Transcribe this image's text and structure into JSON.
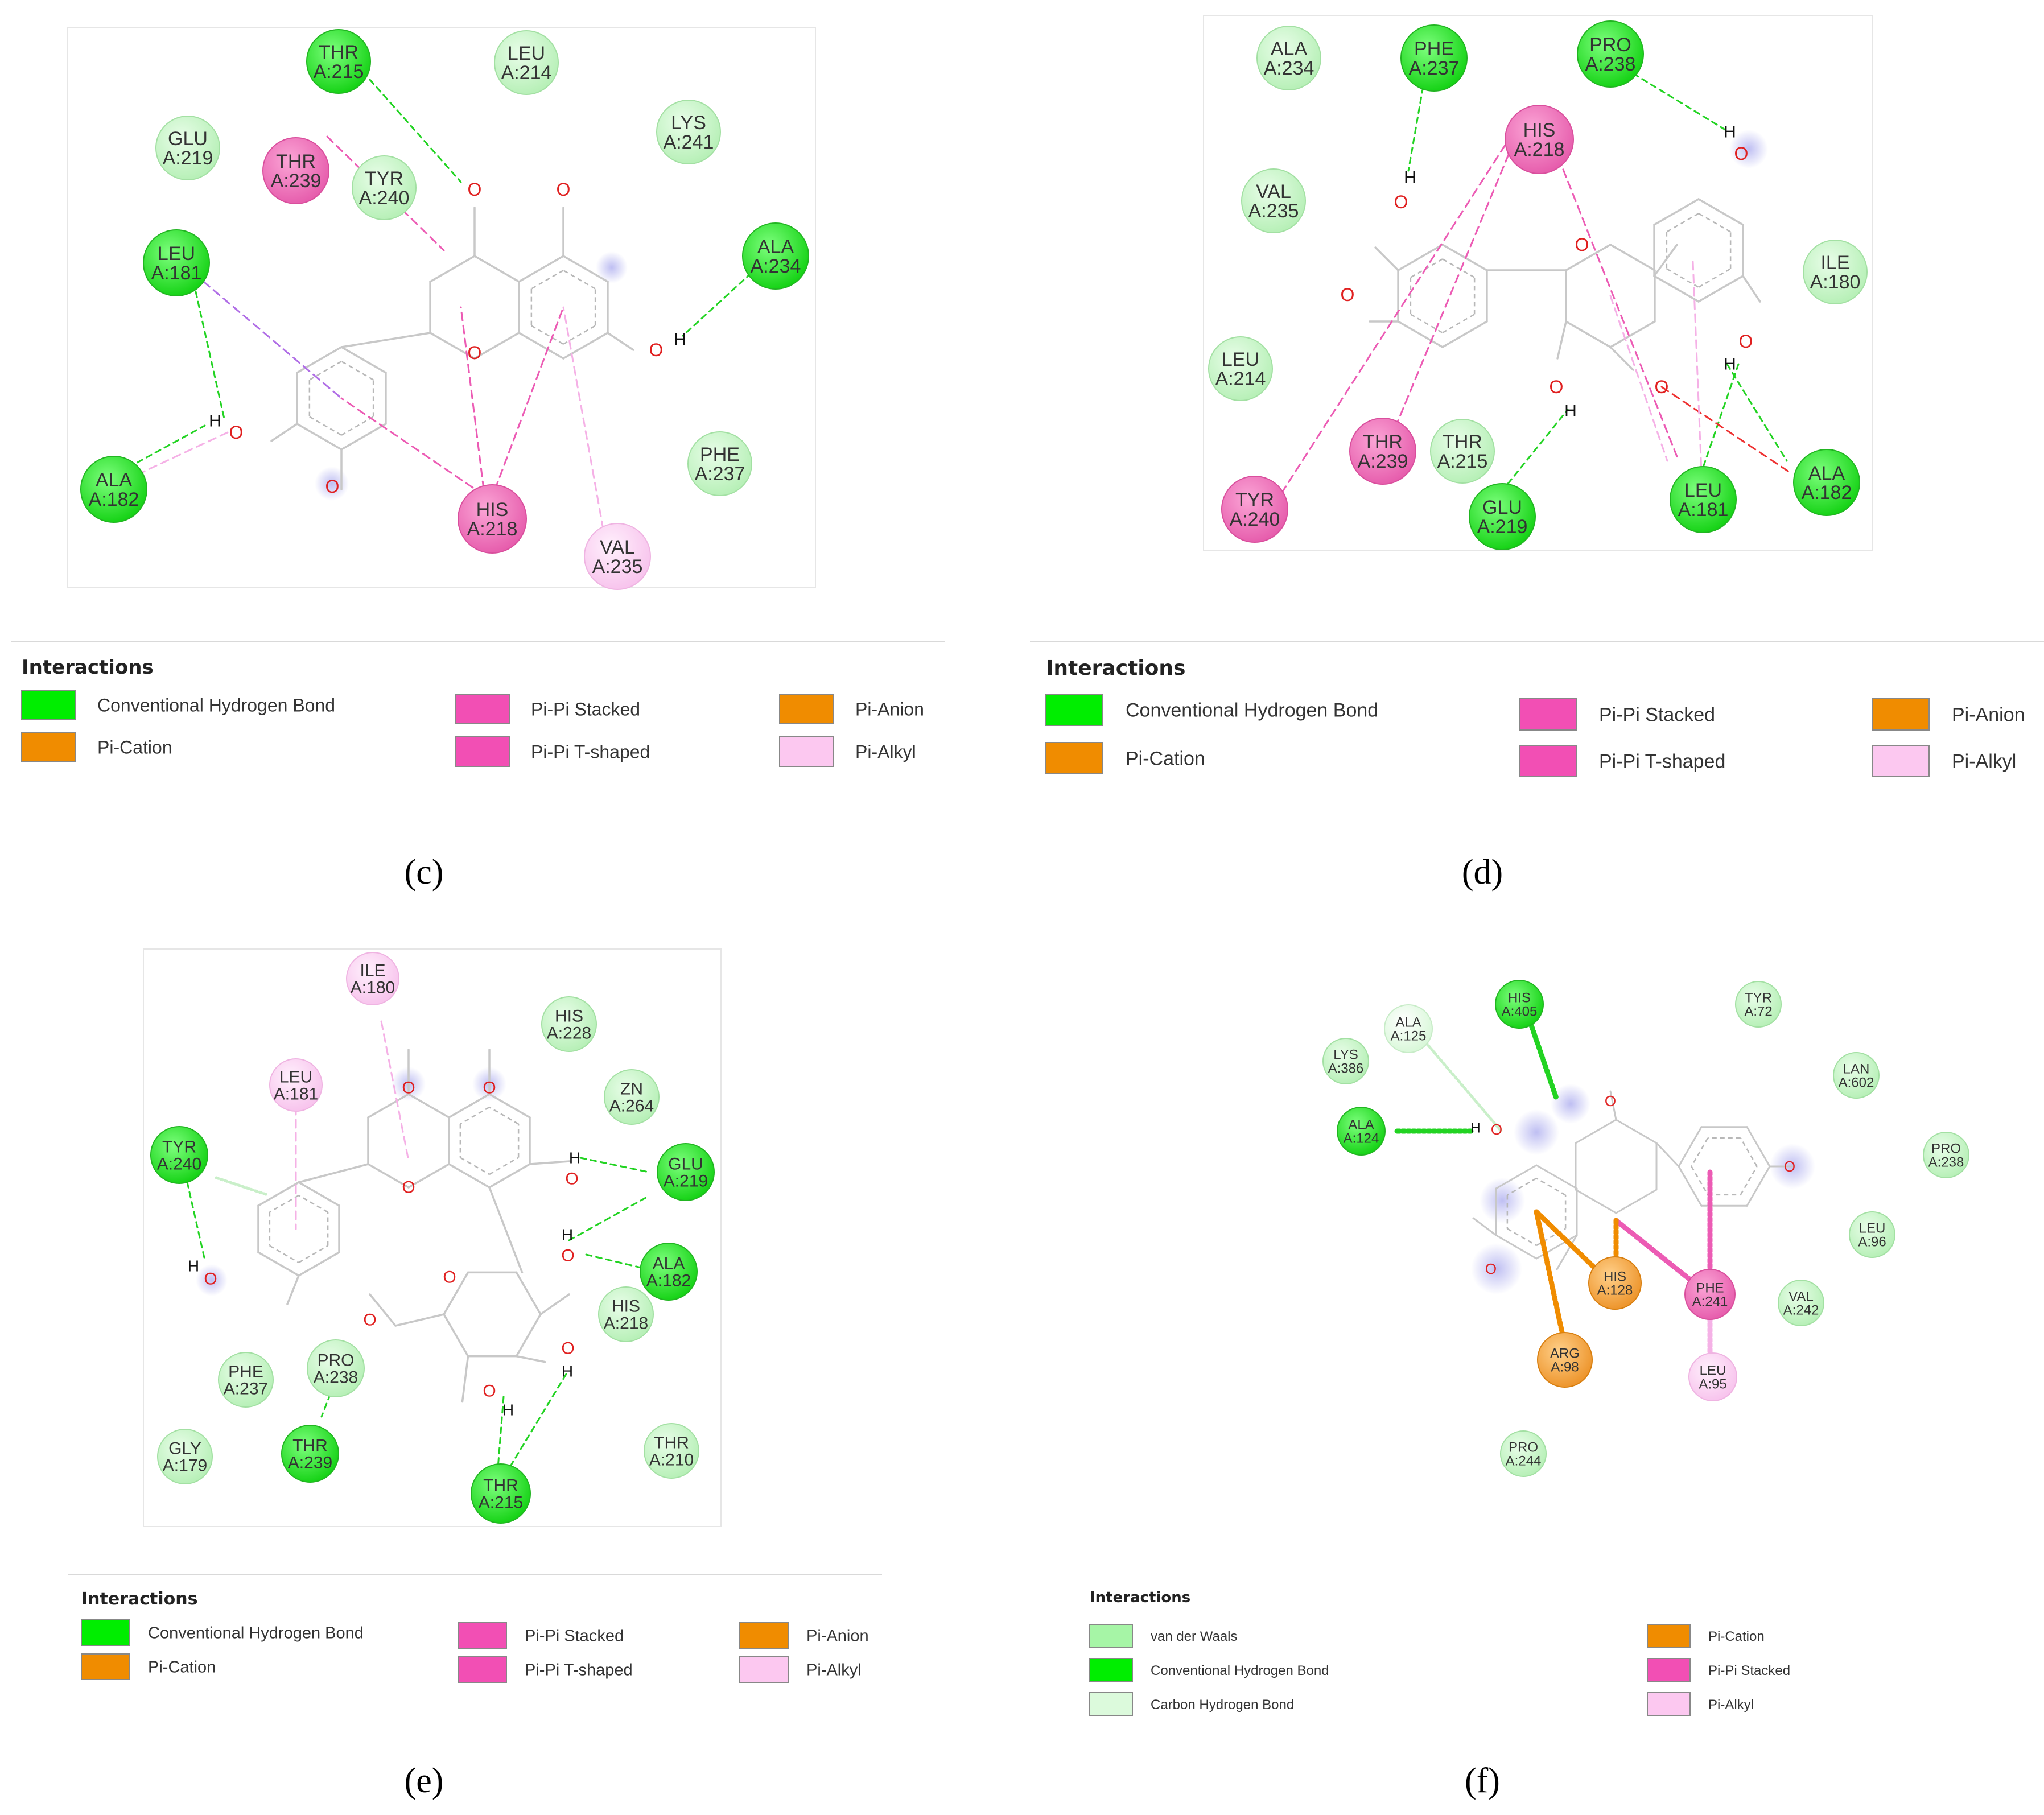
{
  "panels": [
    {
      "caption": "(c)",
      "legend": {
        "title": "Interactions",
        "items": [
          {
            "label": "Conventional Hydrogen Bond",
            "color": "#00ee00"
          },
          {
            "label": "Pi-Pi Stacked",
            "color": "#f24fb4"
          },
          {
            "label": "Pi-Anion",
            "color": "#f08c00"
          },
          {
            "label": "Pi-Cation",
            "color": "#f08c00"
          },
          {
            "label": "Pi-Pi T-shaped",
            "color": "#f24fb4"
          },
          {
            "label": "Pi-Alkyl",
            "color": "#fcc8f0"
          }
        ]
      },
      "residues": [
        {
          "name": "THR",
          "id": "A:215",
          "type": "hbond"
        },
        {
          "name": "LEU",
          "id": "A:214",
          "type": "vdw"
        },
        {
          "name": "GLU",
          "id": "A:219",
          "type": "vdw"
        },
        {
          "name": "THR",
          "id": "A:239",
          "type": "pipi"
        },
        {
          "name": "TYR",
          "id": "A:240",
          "type": "vdw"
        },
        {
          "name": "LYS",
          "id": "A:241",
          "type": "vdw"
        },
        {
          "name": "LEU",
          "id": "A:181",
          "type": "hbond"
        },
        {
          "name": "ALA",
          "id": "A:234",
          "type": "hbond"
        },
        {
          "name": "ALA",
          "id": "A:182",
          "type": "hbond"
        },
        {
          "name": "PHE",
          "id": "A:237",
          "type": "vdw"
        },
        {
          "name": "HIS",
          "id": "A:218",
          "type": "pipi"
        },
        {
          "name": "VAL",
          "id": "A:235",
          "type": "alkyl"
        }
      ]
    },
    {
      "caption": "(d)",
      "legend": {
        "title": "Interactions",
        "items": [
          {
            "label": "Conventional Hydrogen Bond",
            "color": "#00ee00"
          },
          {
            "label": "Pi-Pi Stacked",
            "color": "#f24fb4"
          },
          {
            "label": "Pi-Anion",
            "color": "#f08c00"
          },
          {
            "label": "Pi-Cation",
            "color": "#f08c00"
          },
          {
            "label": "Pi-Pi T-shaped",
            "color": "#f24fb4"
          },
          {
            "label": "Pi-Alkyl",
            "color": "#fcc8f0"
          }
        ]
      },
      "residues": [
        {
          "name": "ALA",
          "id": "A:234",
          "type": "vdw"
        },
        {
          "name": "PHE",
          "id": "A:237",
          "type": "hbond"
        },
        {
          "name": "PRO",
          "id": "A:238",
          "type": "hbond"
        },
        {
          "name": "HIS",
          "id": "A:218",
          "type": "pipi"
        },
        {
          "name": "VAL",
          "id": "A:235",
          "type": "vdw"
        },
        {
          "name": "ILE",
          "id": "A:180",
          "type": "vdw"
        },
        {
          "name": "LEU",
          "id": "A:214",
          "type": "vdw"
        },
        {
          "name": "THR",
          "id": "A:239",
          "type": "pipi"
        },
        {
          "name": "THR",
          "id": "A:215",
          "type": "vdw"
        },
        {
          "name": "TYR",
          "id": "A:240",
          "type": "pipi"
        },
        {
          "name": "GLU",
          "id": "A:219",
          "type": "hbond"
        },
        {
          "name": "LEU",
          "id": "A:181",
          "type": "hbond"
        },
        {
          "name": "ALA",
          "id": "A:182",
          "type": "hbond"
        }
      ]
    },
    {
      "caption": "(e)",
      "legend": {
        "title": "Interactions",
        "items": [
          {
            "label": "Conventional Hydrogen Bond",
            "color": "#00ee00"
          },
          {
            "label": "Pi-Pi Stacked",
            "color": "#f24fb4"
          },
          {
            "label": "Pi-Anion",
            "color": "#f08c00"
          },
          {
            "label": "Pi-Cation",
            "color": "#f08c00"
          },
          {
            "label": "Pi-Pi T-shaped",
            "color": "#f24fb4"
          },
          {
            "label": "Pi-Alkyl",
            "color": "#fcc8f0"
          }
        ]
      },
      "residues": [
        {
          "name": "ILE",
          "id": "A:180",
          "type": "alkyl"
        },
        {
          "name": "HIS",
          "id": "A:228",
          "type": "vdw"
        },
        {
          "name": "LEU",
          "id": "A:181",
          "type": "alkyl"
        },
        {
          "name": "ZN",
          "id": "A:264",
          "type": "vdw"
        },
        {
          "name": "TYR",
          "id": "A:240",
          "type": "hbond"
        },
        {
          "name": "GLU",
          "id": "A:219",
          "type": "hbond"
        },
        {
          "name": "ALA",
          "id": "A:182",
          "type": "hbond"
        },
        {
          "name": "HIS",
          "id": "A:218",
          "type": "vdw"
        },
        {
          "name": "PHE",
          "id": "A:237",
          "type": "vdw"
        },
        {
          "name": "PRO",
          "id": "A:238",
          "type": "vdw"
        },
        {
          "name": "GLY",
          "id": "A:179",
          "type": "vdw"
        },
        {
          "name": "THR",
          "id": "A:239",
          "type": "hbond"
        },
        {
          "name": "THR",
          "id": "A:215",
          "type": "hbond"
        },
        {
          "name": "THR",
          "id": "A:210",
          "type": "vdw"
        }
      ]
    },
    {
      "caption": "(f)",
      "legend": {
        "title": "Interactions",
        "items": [
          {
            "label": "van der Waals",
            "color": "#a6f5a6"
          },
          {
            "label": "Pi-Cation",
            "color": "#f08c00"
          },
          {
            "label": "Conventional Hydrogen Bond",
            "color": "#00ee00"
          },
          {
            "label": "Pi-Pi Stacked",
            "color": "#f24fb4"
          },
          {
            "label": "Carbon Hydrogen Bond",
            "color": "#dcfadc"
          },
          {
            "label": "Pi-Alkyl",
            "color": "#fcc8f0"
          }
        ]
      },
      "residues": [
        {
          "name": "HIS",
          "id": "A:405",
          "type": "hbond"
        },
        {
          "name": "ALA",
          "id": "A:125",
          "type": "chbond"
        },
        {
          "name": "TYR",
          "id": "A:72",
          "type": "vdw"
        },
        {
          "name": "LYS",
          "id": "A:386",
          "type": "vdw"
        },
        {
          "name": "LAN",
          "id": "A:602",
          "type": "vdw"
        },
        {
          "name": "ALA",
          "id": "A:124",
          "type": "hbond"
        },
        {
          "name": "PRO",
          "id": "A:238",
          "type": "vdw"
        },
        {
          "name": "LEU",
          "id": "A:96",
          "type": "vdw"
        },
        {
          "name": "HIS",
          "id": "A:128",
          "type": "cation"
        },
        {
          "name": "PHE",
          "id": "A:241",
          "type": "pipi"
        },
        {
          "name": "VAL",
          "id": "A:242",
          "type": "vdw"
        },
        {
          "name": "ARG",
          "id": "A:98",
          "type": "cation"
        },
        {
          "name": "LEU",
          "id": "A:95",
          "type": "alkyl"
        },
        {
          "name": "PRO",
          "id": "A:244",
          "type": "vdw"
        }
      ]
    }
  ],
  "atoms": {
    "O": "O",
    "H": "H"
  },
  "colors": {
    "hbond_fill": "#00ee00",
    "hbond_edge": "#2db82d",
    "vdw_fill": "#c4f5c4",
    "pipi_fill": "#ee6fb8",
    "alkyl_fill": "#fcd2f2",
    "cation_fill": "#f5a640",
    "oxygen": "#e02020",
    "bond": "#c8c8c8"
  }
}
